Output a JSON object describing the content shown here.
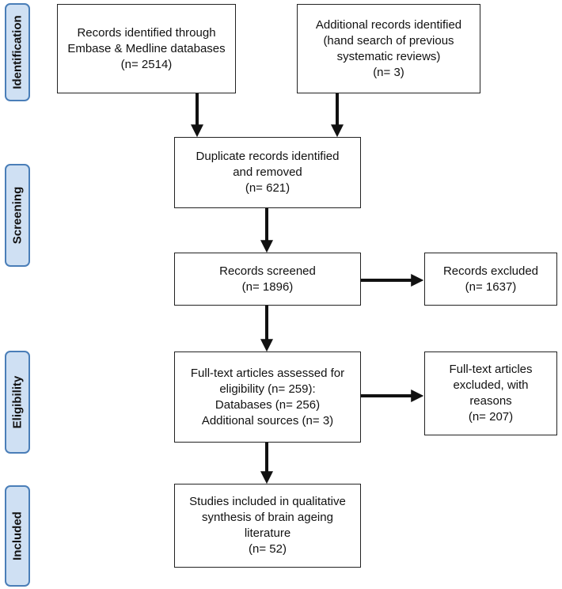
{
  "stages": {
    "identification": "Identification",
    "screening": "Screening",
    "eligibility": "Eligibility",
    "included": "Included"
  },
  "boxes": {
    "records_identified": "Records identified through\nEmbase & Medline databases\n(n= 2514)",
    "additional_records": "Additional records identified\n(hand search of previous\nsystematic reviews)\n(n= 3)",
    "duplicates_removed": "Duplicate records identified\nand removed\n(n= 621)",
    "records_screened": "Records screened\n(n= 1896)",
    "records_excluded": "Records excluded\n(n= 1637)",
    "fulltext_assessed": "Full-text articles assessed for\neligibility (n= 259):\nDatabases (n= 256)\nAdditional sources (n= 3)",
    "fulltext_excluded": "Full-text articles\nexcluded, with\nreasons\n(n= 207)",
    "studies_included": "Studies included in qualitative\nsynthesis of brain ageing\nliterature\n(n= 52)"
  }
}
